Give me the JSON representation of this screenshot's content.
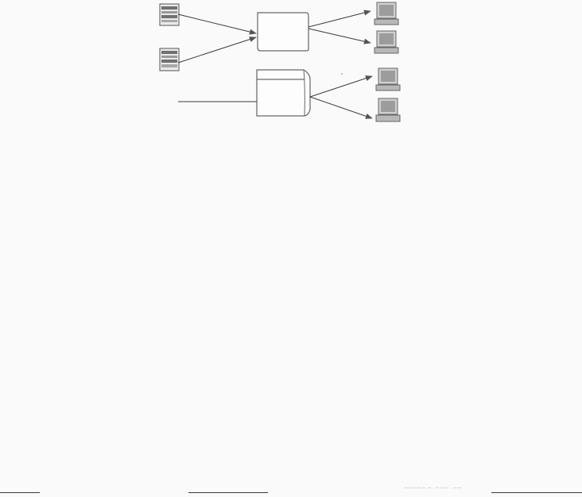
{
  "diagram": {
    "nodes": [
      {
        "id": "source-top",
        "icon": "server-icon"
      },
      {
        "id": "source-bottom",
        "icon": "server-icon"
      },
      {
        "id": "external-feed",
        "icon": "line-input"
      },
      {
        "id": "process-box",
        "icon": "document-box"
      },
      {
        "id": "storage-box",
        "icon": "scroll-box"
      },
      {
        "id": "client-1",
        "icon": "computer-icon"
      },
      {
        "id": "client-2",
        "icon": "computer-icon"
      },
      {
        "id": "client-3",
        "icon": "computer-icon"
      },
      {
        "id": "client-4",
        "icon": "computer-icon"
      }
    ],
    "edges": [
      {
        "from": "source-top",
        "to": "process-box"
      },
      {
        "from": "source-bottom",
        "to": "process-box"
      },
      {
        "from": "process-box",
        "to": "client-1"
      },
      {
        "from": "process-box",
        "to": "client-2"
      },
      {
        "from": "external-feed",
        "to": "storage-box"
      },
      {
        "from": "storage-box",
        "to": "client-3"
      },
      {
        "from": "storage-box",
        "to": "client-4"
      }
    ],
    "colors": {
      "line": "#3c3c3c",
      "icon_dark": "#6a6a6a",
      "icon_light": "#c8c8c8"
    }
  },
  "footer": {
    "caption": "—————  —·  ——— · ——"
  }
}
